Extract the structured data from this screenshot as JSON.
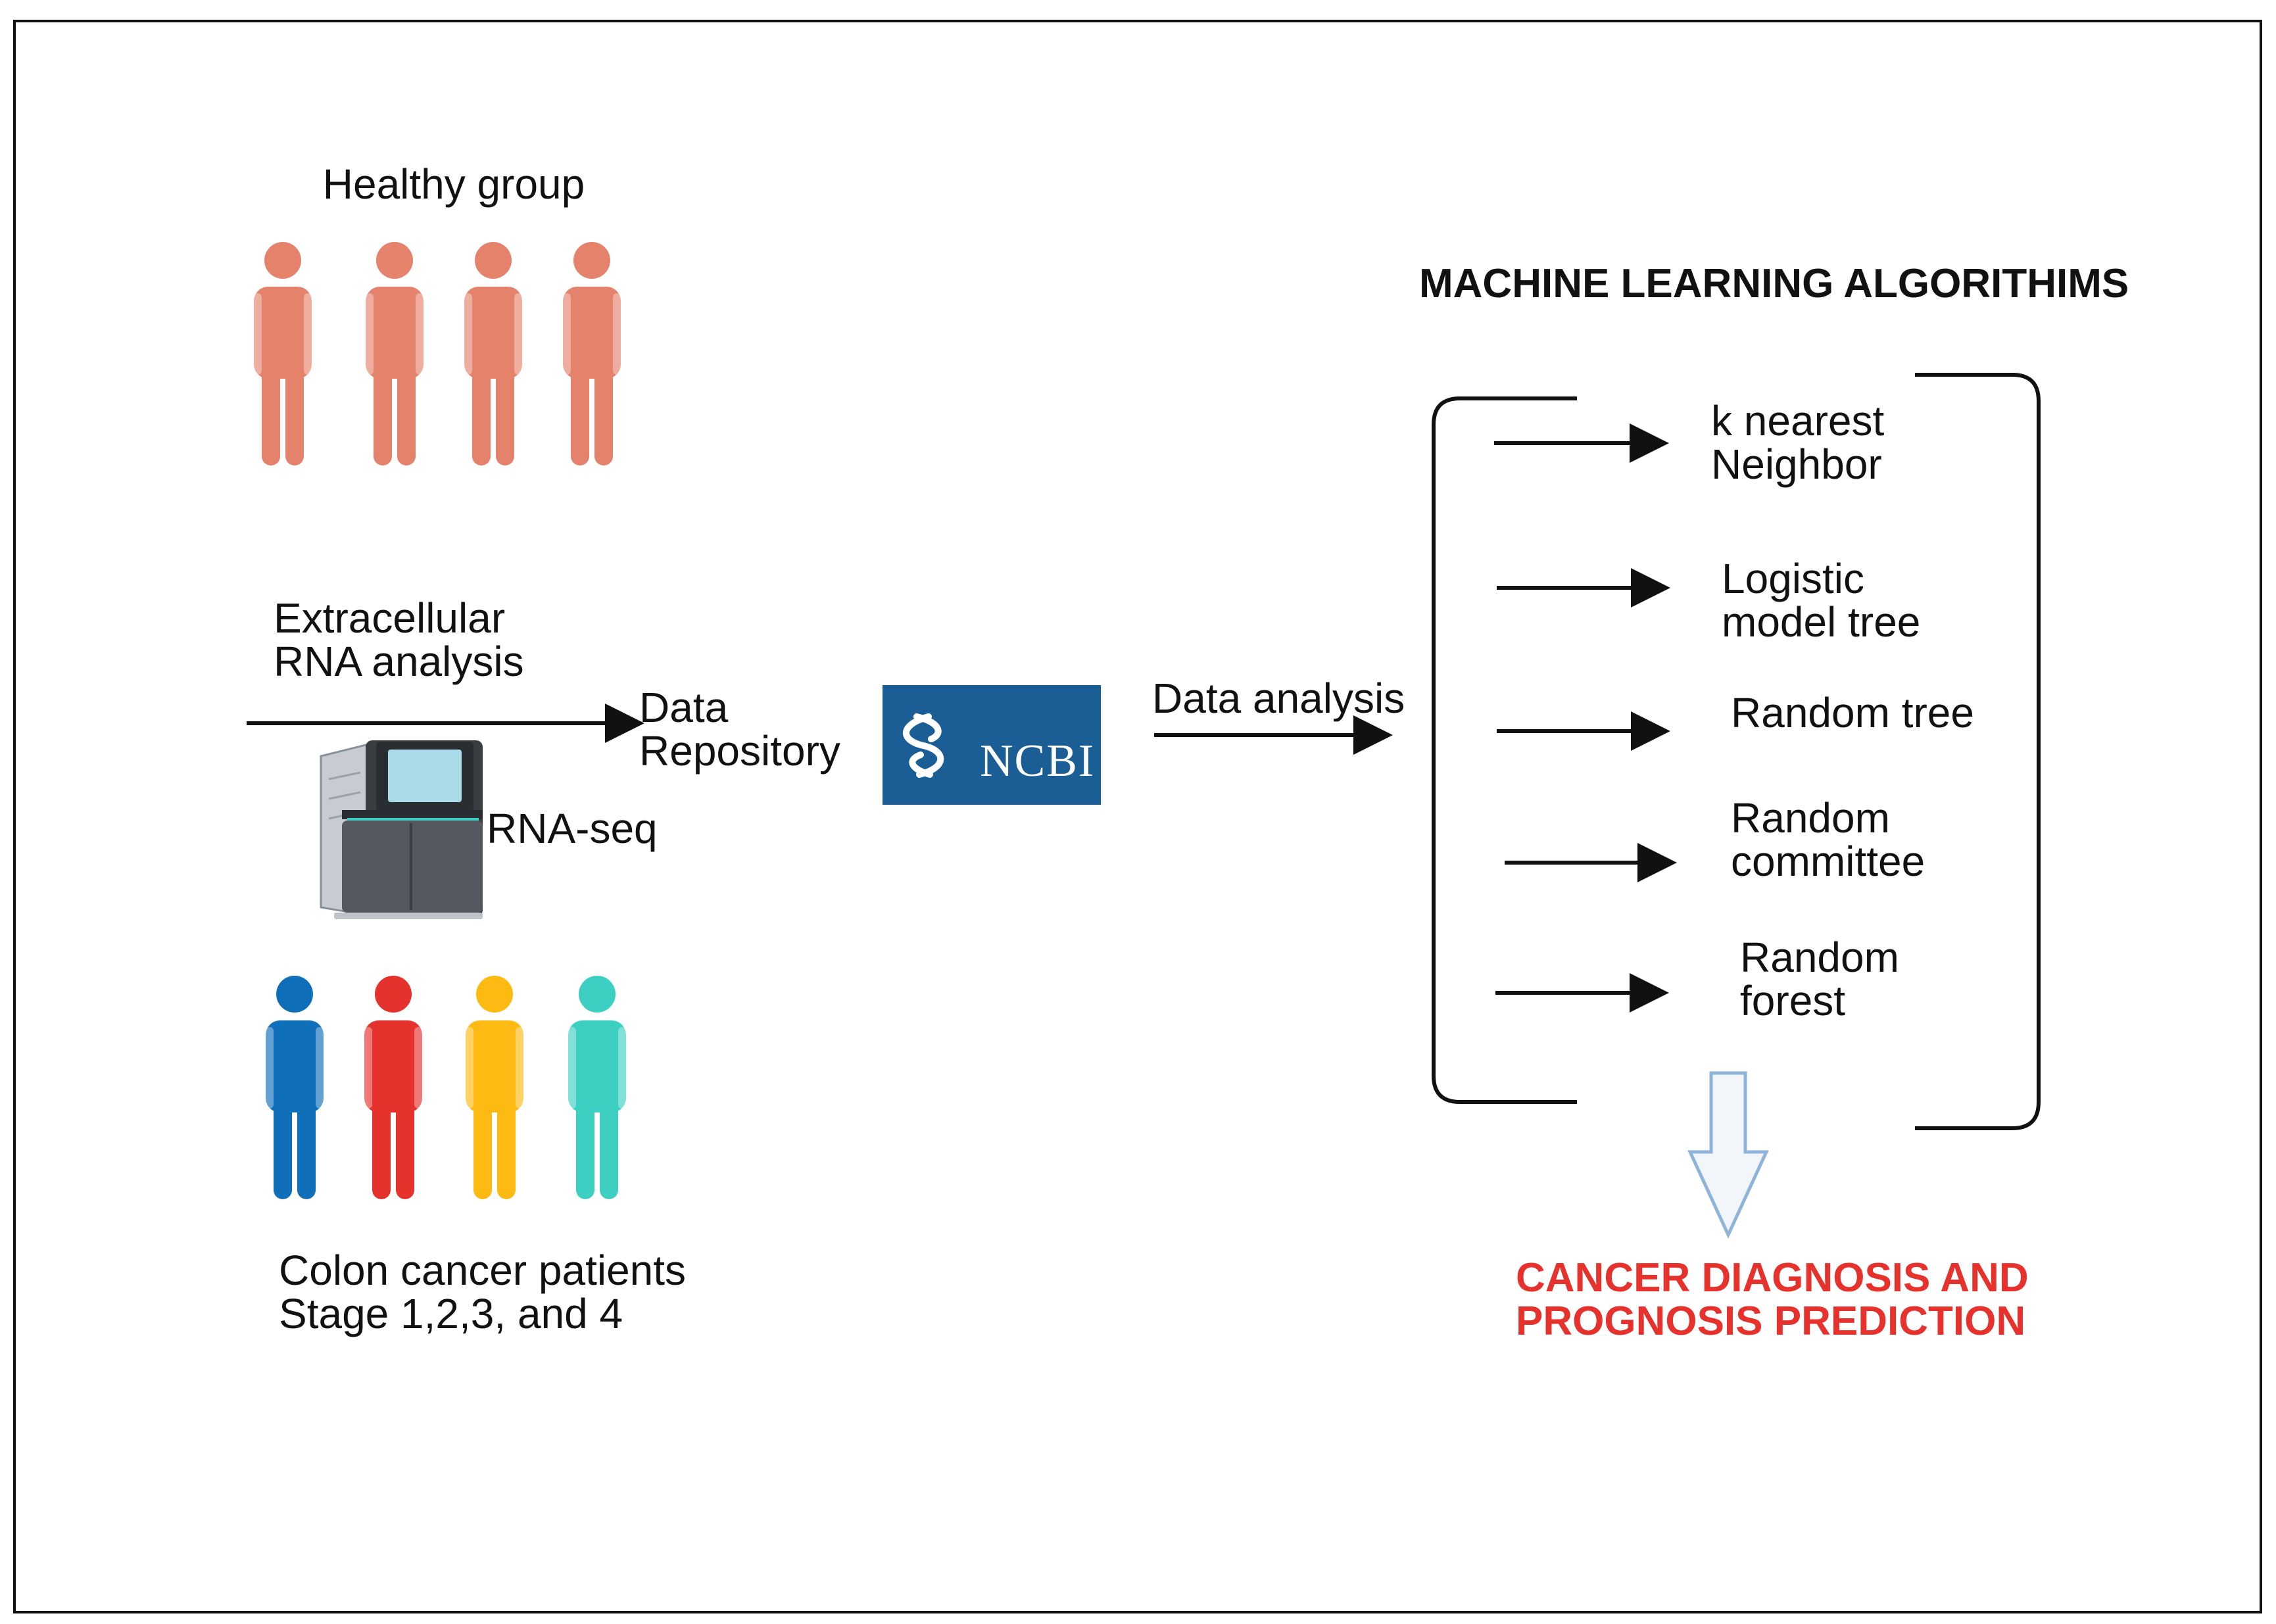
{
  "healthy_group": {
    "title": "Healthy group",
    "color": "#E5826B",
    "count": 4
  },
  "patients": {
    "title_line1": "Colon cancer patients",
    "title_line2": "Stage 1,2,3, and 4",
    "colors": [
      "#0F6FB8",
      "#E5322D",
      "#FDBA12",
      "#3ECFC3"
    ]
  },
  "rna": {
    "analysis_line1": "Extracellular",
    "analysis_line2": "RNA analysis",
    "seq_label": "RNA-seq",
    "instrument_icon": "sequencer-machine-icon"
  },
  "repository": {
    "line1": "Data",
    "line2": "Repository"
  },
  "ncbi": {
    "logo_text": "NCBI",
    "color": "#1B5E96",
    "icon": "dna-helix-icon"
  },
  "data_analysis_label": "Data analysis",
  "ml": {
    "title": "MACHINE LEARNING ALGORITHIMS",
    "algorithms": [
      {
        "line1": "k nearest",
        "line2": "Neighbor"
      },
      {
        "line1": "Logistic",
        "line2": "model tree"
      },
      {
        "line1": "Random tree",
        "line2": ""
      },
      {
        "line1": "Random",
        "line2": "committee"
      },
      {
        "line1": "Random",
        "line2": "forest"
      }
    ]
  },
  "output": {
    "line1": "CANCER DIAGNOSIS AND",
    "line2": "PROGNOSIS PREDICTION",
    "color": "#E5322D",
    "arrow_color": "#8EB4D9"
  }
}
